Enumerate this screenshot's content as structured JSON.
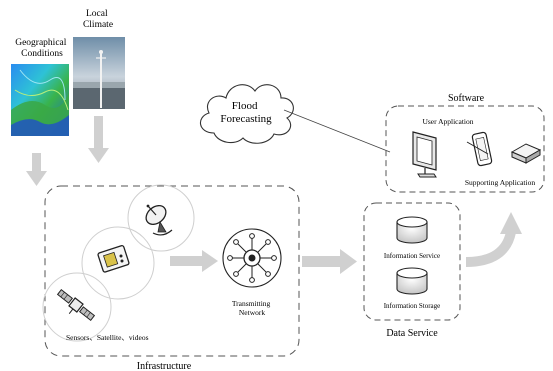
{
  "labels": {
    "geographical_conditions": [
      "Geographical",
      "Conditions"
    ],
    "local_climate": [
      "Local",
      "Climate"
    ],
    "flood_forecasting": [
      "Flood",
      "Forecasting"
    ],
    "software": "Software",
    "user_application": "User Application",
    "supporting_application": "Supporting Application",
    "transmitting_network": [
      "Transmitting",
      "Network"
    ],
    "sensors_line": "Sensors、Satellite、videos",
    "infrastructure": "Infrastructure",
    "information_service": "Information Service",
    "information_storage": "Information Storage",
    "data_service": "Data Service"
  },
  "icons": {
    "terrain": "terrain-map-icon",
    "climate_photo": "weather-station-photo-icon",
    "cloud": "cloud-icon",
    "satellite_dish": "satellite-dish-icon",
    "sensor_device": "sensor-device-icon",
    "satellite": "satellite-icon",
    "network_hub": "network-hub-icon",
    "database": "database-icon",
    "monitor": "monitor-icon",
    "tablet": "tablet-icon",
    "router": "router-icon"
  },
  "colors": {
    "arrow": "#d0d0d0",
    "box_stroke": "#555555",
    "circle_stroke": "#cfcfcf",
    "terrain_high": "#1e7d2e",
    "terrain_water": "#1a4fd6"
  }
}
